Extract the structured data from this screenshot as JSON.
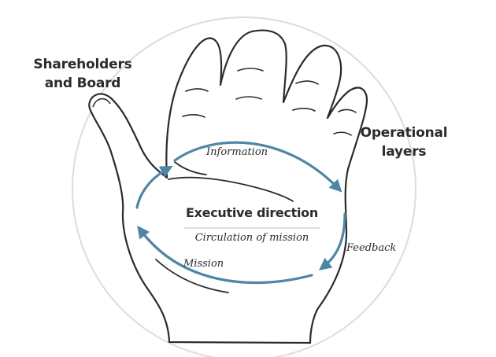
{
  "diagram": {
    "labels": {
      "shareholders_line1": "Shareholders",
      "shareholders_line2": "and Board",
      "operational_line1": "Operational",
      "operational_line2": "layers",
      "executive": "Executive direction",
      "circulation": "Circulation of mission",
      "information": "Information",
      "feedback": "Feedback",
      "mission": "Mission"
    },
    "colors": {
      "outline": "#2b2b2b",
      "circle": "#dcdcdc",
      "arrow": "#4f86a6",
      "text": "#2b2b2b"
    }
  }
}
